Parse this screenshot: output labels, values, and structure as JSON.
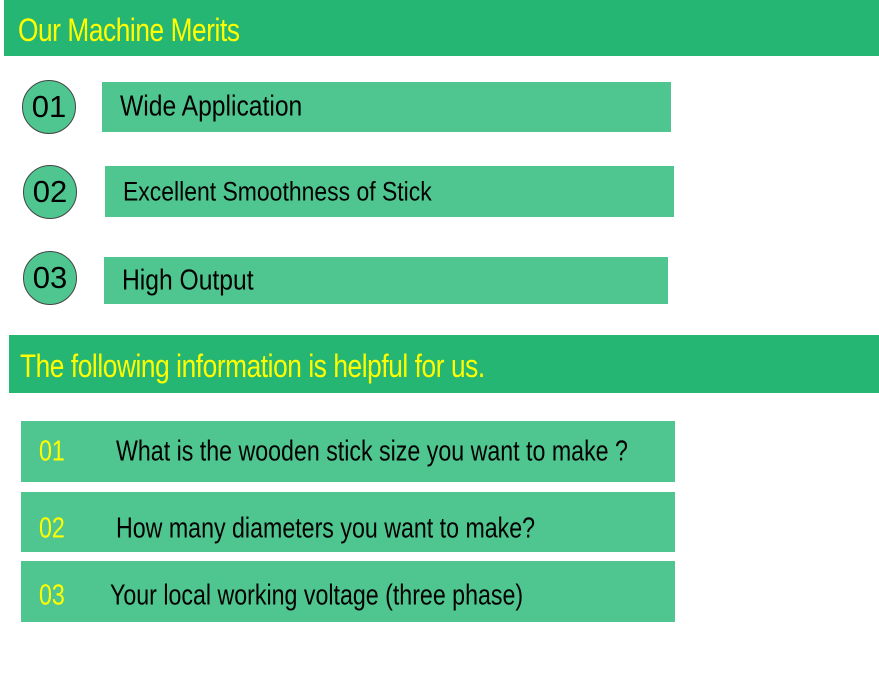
{
  "merits": {
    "title": "Our Machine Merits",
    "items": [
      {
        "num": "01",
        "label": "Wide Application"
      },
      {
        "num": "02",
        "label": "Excellent Smoothness of Stick"
      },
      {
        "num": "03",
        "label": "High Output"
      }
    ]
  },
  "info": {
    "title": "The following information is helpful for us.",
    "items": [
      {
        "num": "01",
        "label": "What is the wooden stick size you want to make ?"
      },
      {
        "num": "02",
        "label": "How many diameters you want to make?"
      },
      {
        "num": "03",
        "label": "Your local working voltage (three phase)"
      }
    ]
  }
}
